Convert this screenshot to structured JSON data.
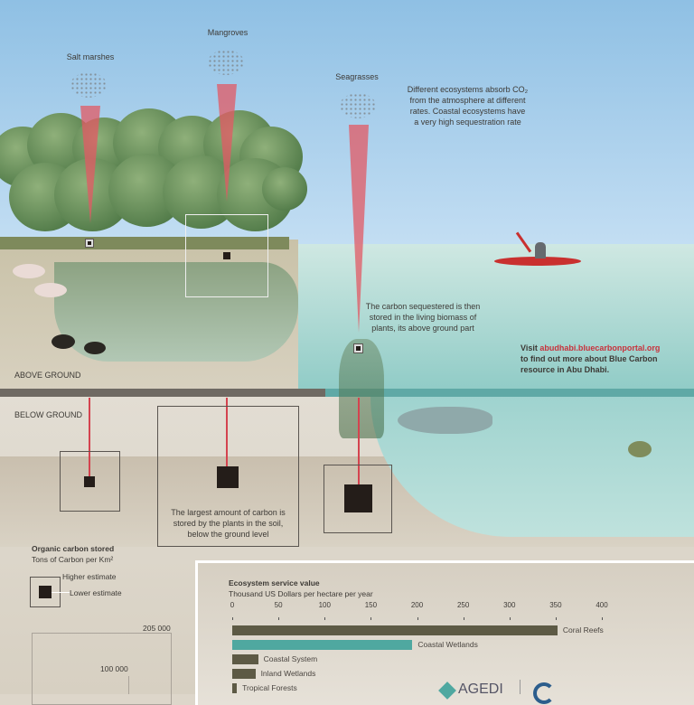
{
  "labels": {
    "salt_marshes": "Salt marshes",
    "mangroves": "Mangroves",
    "seagrasses": "Seagrasses",
    "absorb_text": "Different ecosystems absorb CO₂ from the atmosphere at different rates. Coastal ecosystems have a very high sequestration rate",
    "biomass_text": "The carbon sequestered is then stored in the living biomass of plants, its above ground part",
    "visit_prefix": "Visit ",
    "visit_link": "abudhabi.bluecarbonportal.org",
    "visit_suffix": " to find out more about Blue Carbon resource in Abu Dhabi.",
    "above_ground": "ABOVE GROUND",
    "below_ground": "BELOW GROUND",
    "soil_text": "The largest amount of carbon is stored by the plants in the soil, below the ground level"
  },
  "legend": {
    "title": "Organic carbon stored",
    "subtitle": "Tons of Carbon per Km²",
    "higher": "Higher estimate",
    "lower": "Lower estimate",
    "scale_high": "205 000",
    "scale_mid": "100 000"
  },
  "logos": {
    "agedi": "AGEDI"
  },
  "colors": {
    "accent": "#c8323c",
    "bar": "#5d5a45",
    "bar_highlight": "#4fa8a0"
  },
  "chart_data": {
    "type": "bar",
    "title": "Ecosystem service value",
    "subtitle": "Thousand US Dollars per hectare per year",
    "ticks": [
      "0",
      "50",
      "100",
      "150",
      "200",
      "250",
      "300",
      "350",
      "400"
    ],
    "xlim": [
      0,
      400
    ],
    "categories": [
      "Coral Reefs",
      "Coastal Wetlands",
      "Coastal System",
      "Inland Wetlands",
      "Tropical Forests"
    ],
    "values": [
      352,
      195,
      28,
      25,
      5
    ],
    "highlight": "Coastal Wetlands"
  }
}
